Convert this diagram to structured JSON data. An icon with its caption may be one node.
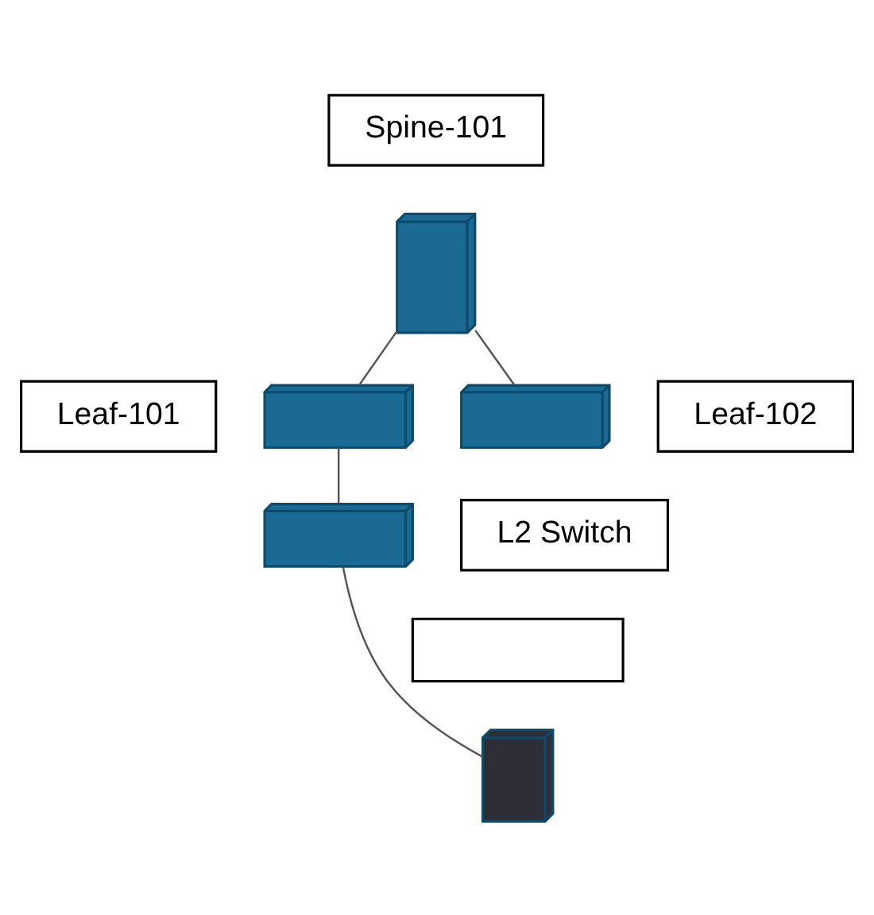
{
  "diagram": {
    "nodes": [
      {
        "text": [
          "Spine-101"
        ]
      },
      {
        "text": [],
        "shape": "picture"
      },
      {
        "text": [
          "Leaf-101"
        ]
      },
      {
        "text": [],
        "shape": "picture"
      },
      {
        "text": [
          "Leaf-102"
        ]
      },
      {
        "text": [],
        "shape": "picture"
      },
      {
        "text": [
          "L2 Switch"
        ]
      },
      {
        "text": [],
        "shape": "picture"
      },
      {
        "text": [],
        "shape": "box"
      },
      {
        "text": [],
        "shape": "picture"
      }
    ],
    "edges": [
      {
        "from": 1,
        "to": 3,
        "arrow": "none"
      },
      {
        "from": 1,
        "to": 5,
        "arrow": "none"
      },
      {
        "from": 3,
        "to": 7,
        "arrow": "none"
      },
      {
        "from": 7,
        "to": 9,
        "arrow": "none"
      }
    ]
  }
}
